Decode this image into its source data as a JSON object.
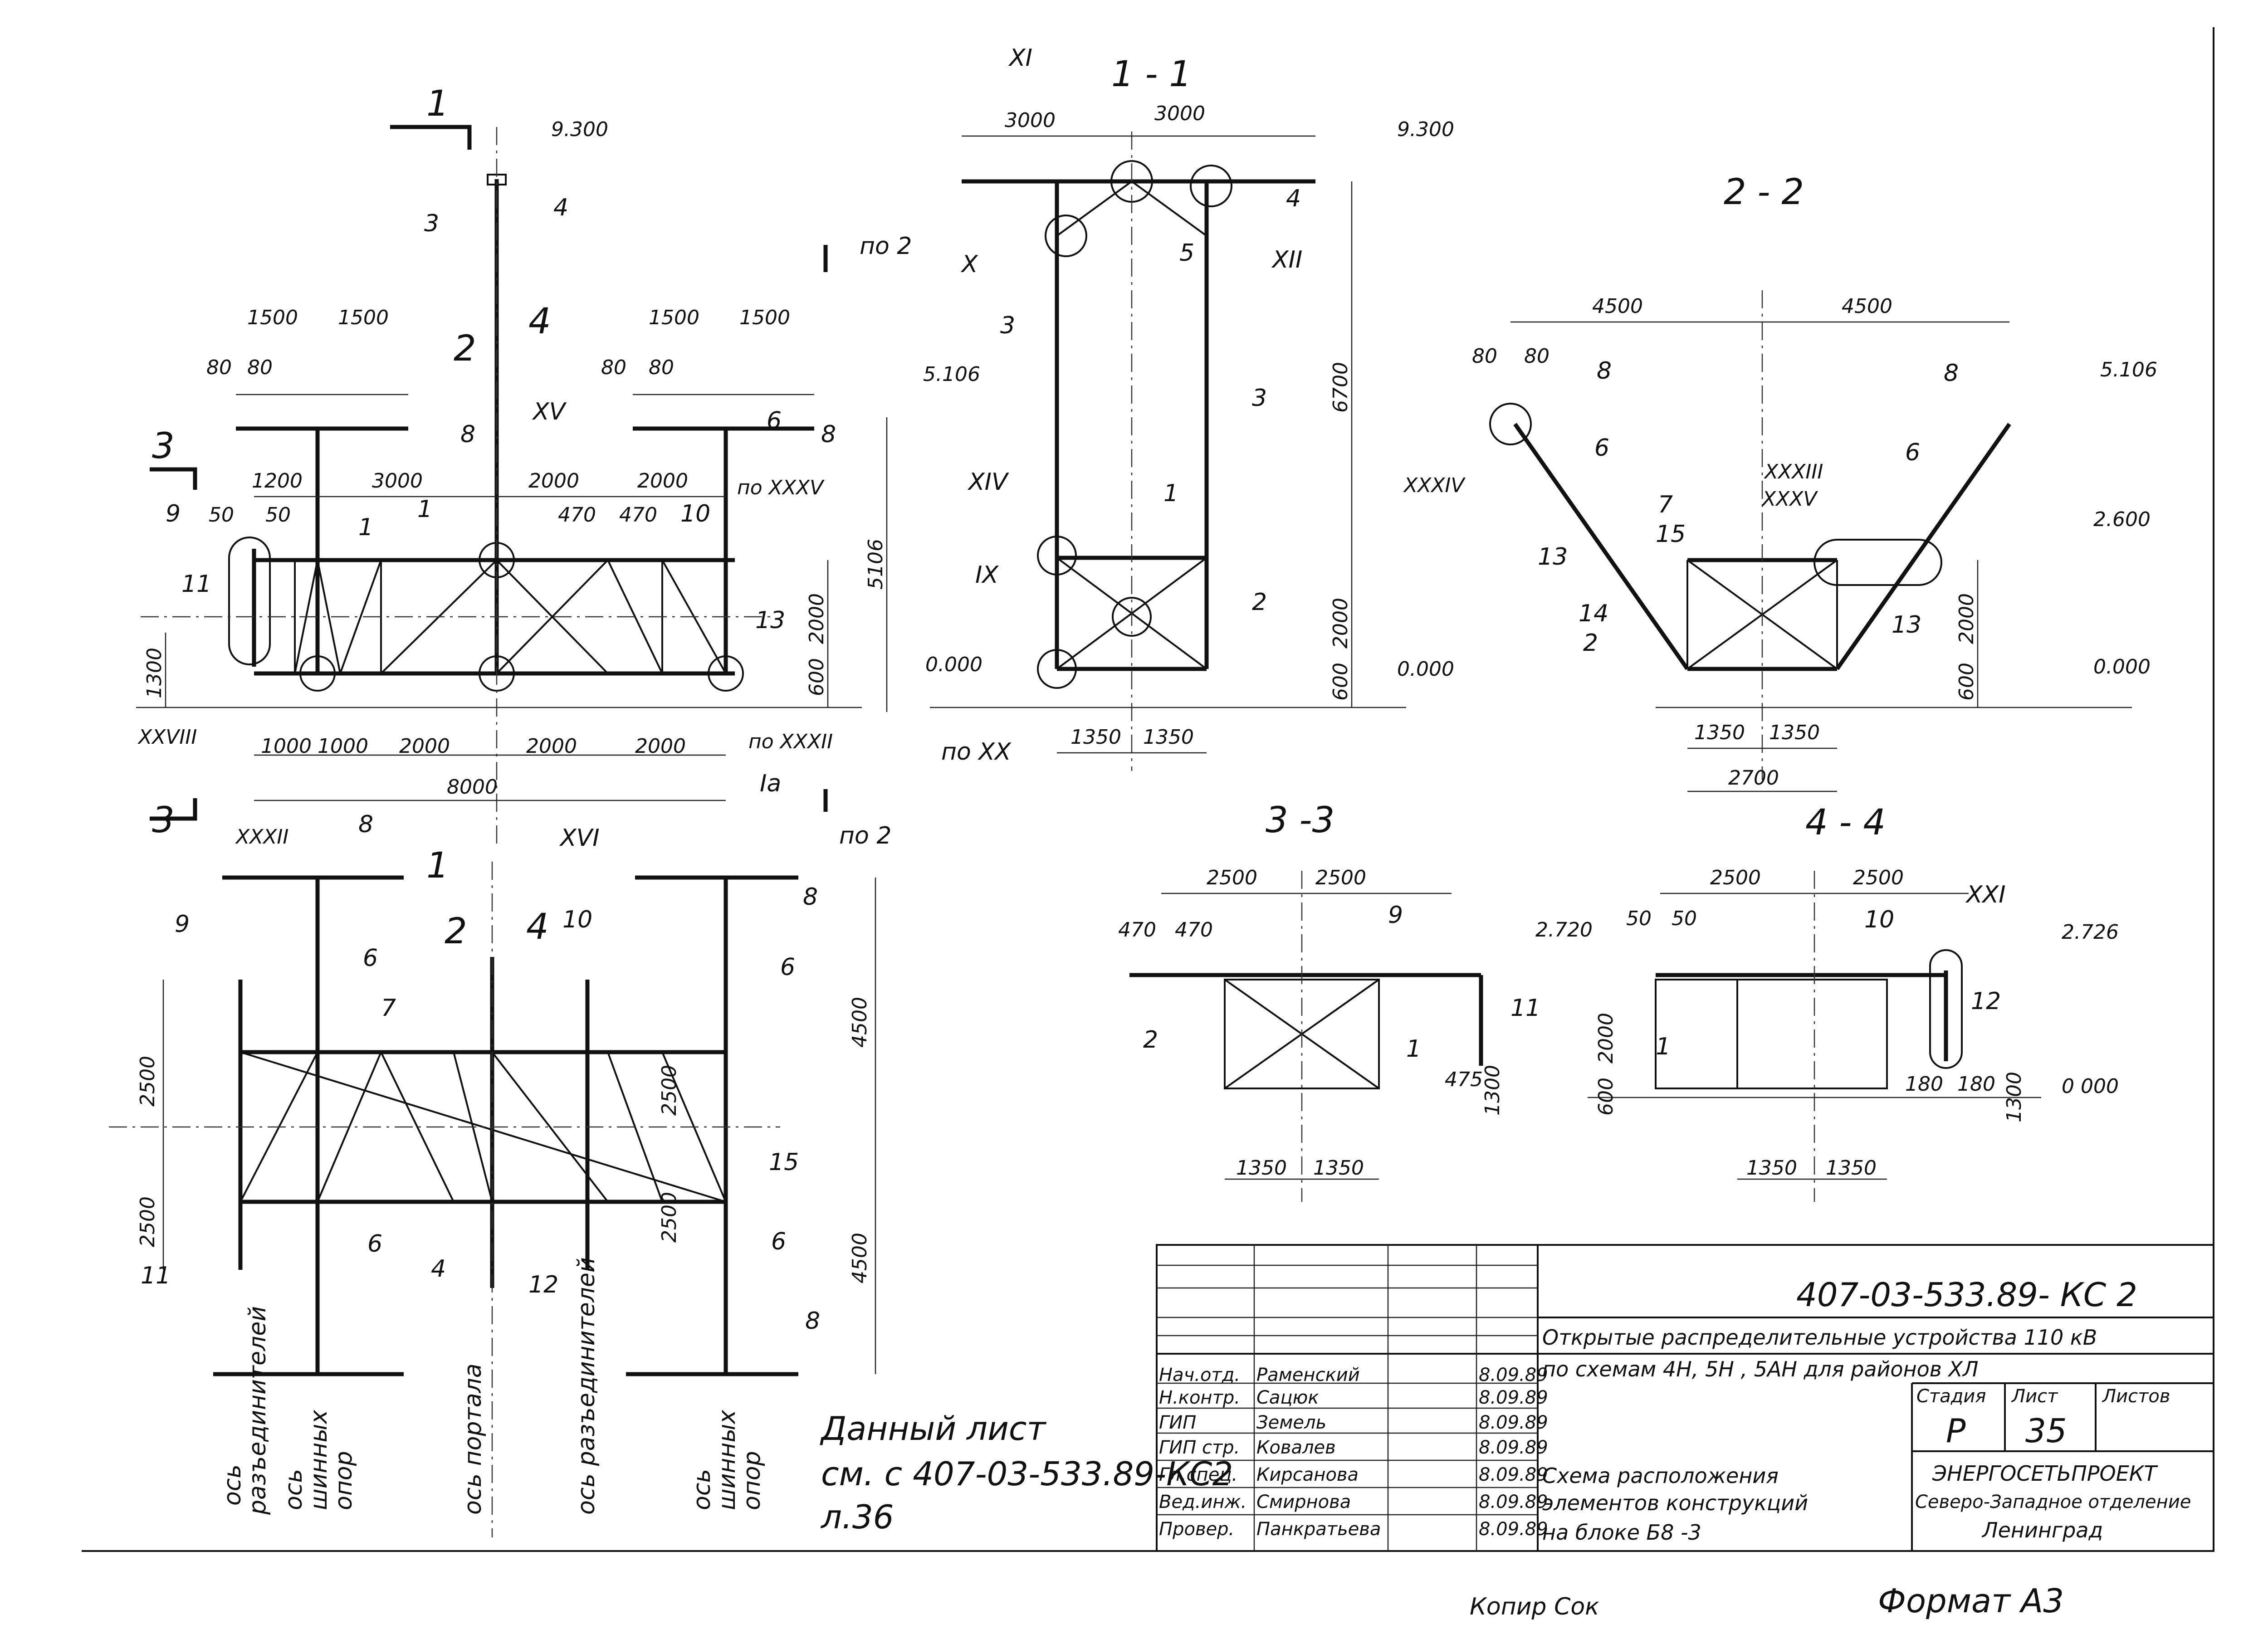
{
  "elev": {
    "h9300": "9.300",
    "h5106": "5.106",
    "h0000": "0.000",
    "h2600": "2.600",
    "h2720": "2.720",
    "h2726": "2.726",
    "h0000b": "0 000"
  },
  "view_a": {
    "d1500a": "1500",
    "d1500b": "1500",
    "d1500c": "1500",
    "d1500d": "1500",
    "d80a": "80",
    "d80b": "80",
    "d80c": "80",
    "d80d": "80",
    "d1200": "1200",
    "d3000": "3000",
    "d2000a": "2000",
    "d2000b": "2000",
    "d50a": "50",
    "d50b": "50",
    "d470a": "470",
    "d470b": "470",
    "d5106": "5106",
    "d2000v": "2000",
    "d600": "600",
    "d1300": "1300",
    "b1000a": "1000",
    "b1000b": "1000",
    "b2000a": "2000",
    "b2000b": "2000",
    "b2000c": "2000",
    "d8000": "8000",
    "n1": "1",
    "n3": "3",
    "n4": "4",
    "n6": "6",
    "n8a": "8",
    "n8b": "8",
    "n9": "9",
    "n10": "10",
    "n11": "11",
    "n13": "13",
    "n1b": "1",
    "XV": "XV",
    "XVI": "XVI",
    "XXVIII": "XXVIII",
    "XXXII": "XXXII",
    "poXXXV": "по XXXV",
    "poXXXII": "по XXXII",
    "Ia": "Iа",
    "po2a": "по 2",
    "cut1": "1",
    "cut2": "2",
    "cut3": "3",
    "cut4": "4",
    "cut3b": "3",
    "po2b": "по 2"
  },
  "view_11": {
    "title": "1 - 1",
    "d3000a": "3000",
    "d3000b": "3000",
    "d6700": "6700",
    "d2000": "2000",
    "d600": "600",
    "d1350a": "1350",
    "d1350b": "1350",
    "XI": "XI",
    "X": "X",
    "XII": "XII",
    "XIV": "XIV",
    "IX": "IX",
    "poXX": "по XX",
    "n3a": "3",
    "n3b": "3",
    "n4": "4",
    "n5": "5",
    "n1": "1",
    "n2": "2"
  },
  "view_22": {
    "title": "2 - 2",
    "d4500a": "4500",
    "d4500b": "4500",
    "d80a": "80",
    "d80b": "80",
    "d2000": "2000",
    "d600": "600",
    "d1350a": "1350",
    "d1350b": "1350",
    "d2700": "2700",
    "n8a": "8",
    "n8b": "8",
    "n6a": "6",
    "n6b": "6",
    "n7": "7",
    "n15": "15",
    "n13a": "13",
    "n13b": "13",
    "n14": "14",
    "n2": "2",
    "XXXIV": "XXXIV",
    "XXXIII": "XXXIII",
    "XXXV": "XXXV"
  },
  "view_33": {
    "title": "3 -3",
    "d2500a": "2500",
    "d2500b": "2500",
    "d470a": "470",
    "d470b": "470",
    "d475": "475",
    "d1300": "1300",
    "d1350a": "1350",
    "d1350b": "1350",
    "n9": "9",
    "n2": "2",
    "n1": "1",
    "n11": "11"
  },
  "view_44": {
    "title": "4 - 4",
    "d2500a": "2500",
    "d2500b": "2500",
    "d50a": "50",
    "d50b": "50",
    "d2000": "2000",
    "d600": "600",
    "d1300": "1300",
    "d180a": "180",
    "d180b": "180",
    "d1350a": "1350",
    "d1350b": "1350",
    "n10": "10",
    "n1": "1",
    "n12": "12",
    "XXI": "XXI"
  },
  "plan": {
    "d2500a": "2500",
    "d2500b": "2500",
    "d2500c": "2500",
    "d2500d": "2500",
    "d4500a": "4500",
    "d4500b": "4500",
    "n8a": "8",
    "n8b": "8",
    "n8c": "8",
    "n9": "9",
    "n6a": "6",
    "n6b": "6",
    "n6c": "6",
    "n6d": "6",
    "n7": "7",
    "n10": "10",
    "n15": "15",
    "n4": "4",
    "n12": "12",
    "n11": "11",
    "cut1": "1",
    "cut2": "2",
    "cut4": "4",
    "ax1a": "ось",
    "ax1b": "разъединителей",
    "ax2a": "ось",
    "ax2b": "шинных",
    "ax2c": "опор",
    "ax3": "ось портала",
    "ax4": "ось разъединителей",
    "ax5a": "ось",
    "ax5b": "шинных",
    "ax5c": "опор"
  },
  "note": {
    "l1": "Данный лист",
    "l2": "см. с 407-03-533.89-КС2",
    "l3": "л.36"
  },
  "title_block": {
    "code": "407-03-533.89- КС 2",
    "project_l1": "Открытые распределительные устройства 110 кВ",
    "project_l2": "по схемам 4Н, 5Н , 5АН для районов ХЛ",
    "sheet_name_l1": "Схема расположения",
    "sheet_name_l2": "элементов конструкций",
    "sheet_name_l3": "на блоке Б8 -3",
    "stage_h": "Стадия",
    "sheet_h": "Лист",
    "sheets_h": "Листов",
    "stage": "Р",
    "sheet": "35",
    "org_l1": "ЭНЕРГОСЕТЬПРОЕКТ",
    "org_l2": "Северо-Западное отделение",
    "org_l3": "Ленинград",
    "roles": [
      {
        "role": "Нач.отд.",
        "name": "Раменский",
        "date": "8.09.89"
      },
      {
        "role": "Н.контр.",
        "name": "Сацюк",
        "date": "8.09.89"
      },
      {
        "role": "ГИП",
        "name": "Земель",
        "date": "8.09.89"
      },
      {
        "role": "ГИП стр.",
        "name": "Ковалев",
        "date": "8.09.89"
      },
      {
        "role": "Гл.спец.",
        "name": "Кирсанова",
        "date": "8.09.89"
      },
      {
        "role": "Вед.инж.",
        "name": "Смирнова",
        "date": "8.09.89"
      },
      {
        "role": "Провер.",
        "name": "Панкратьева",
        "date": "8.09.89"
      }
    ]
  },
  "footer": {
    "copy": "Копир Сок",
    "format": "Формат А3"
  }
}
